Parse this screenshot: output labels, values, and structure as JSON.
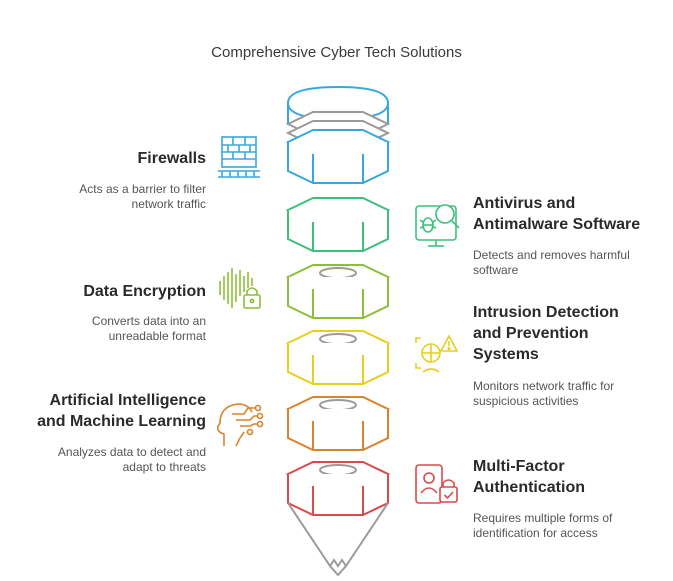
{
  "title": "Comprehensive Cyber Tech Solutions",
  "colors": {
    "firewalls": "#38a7e0",
    "antivirus": "#3dbf7a",
    "encryption": "#8cbf3a",
    "intrusion": "#e6cf1f",
    "ai": "#d9832e",
    "mfa": "#d94a4a",
    "gray": "#9a9a9a"
  },
  "items": [
    {
      "key": "firewalls",
      "icon": "brick-wall-icon",
      "heading": "Firewalls",
      "description": "Acts as a barrier to filter\nnetwork traffic"
    },
    {
      "key": "antivirus",
      "icon": "bug-search-icon",
      "heading": "Antivirus and\nAntimalware Software",
      "description": "Detects and removes harmful\nsoftware"
    },
    {
      "key": "encryption",
      "icon": "sound-wave-lock-icon",
      "heading": "Data Encryption",
      "description": "Converts data into an\nunreadable format"
    },
    {
      "key": "intrusion",
      "icon": "intrusion-warning-icon",
      "heading": "Intrusion Detection\nand Prevention\nSystems",
      "description": "Monitors network traffic for\nsuspicious activities"
    },
    {
      "key": "ai",
      "icon": "ai-head-icon",
      "heading": "Artificial Intelligence\nand Machine Learning",
      "description": "Analyzes data to detect and\nadapt to threats"
    },
    {
      "key": "mfa",
      "icon": "id-lock-icon",
      "heading": "Multi-Factor\nAuthentication",
      "description": "Requires multiple forms of\nidentification for access"
    }
  ]
}
